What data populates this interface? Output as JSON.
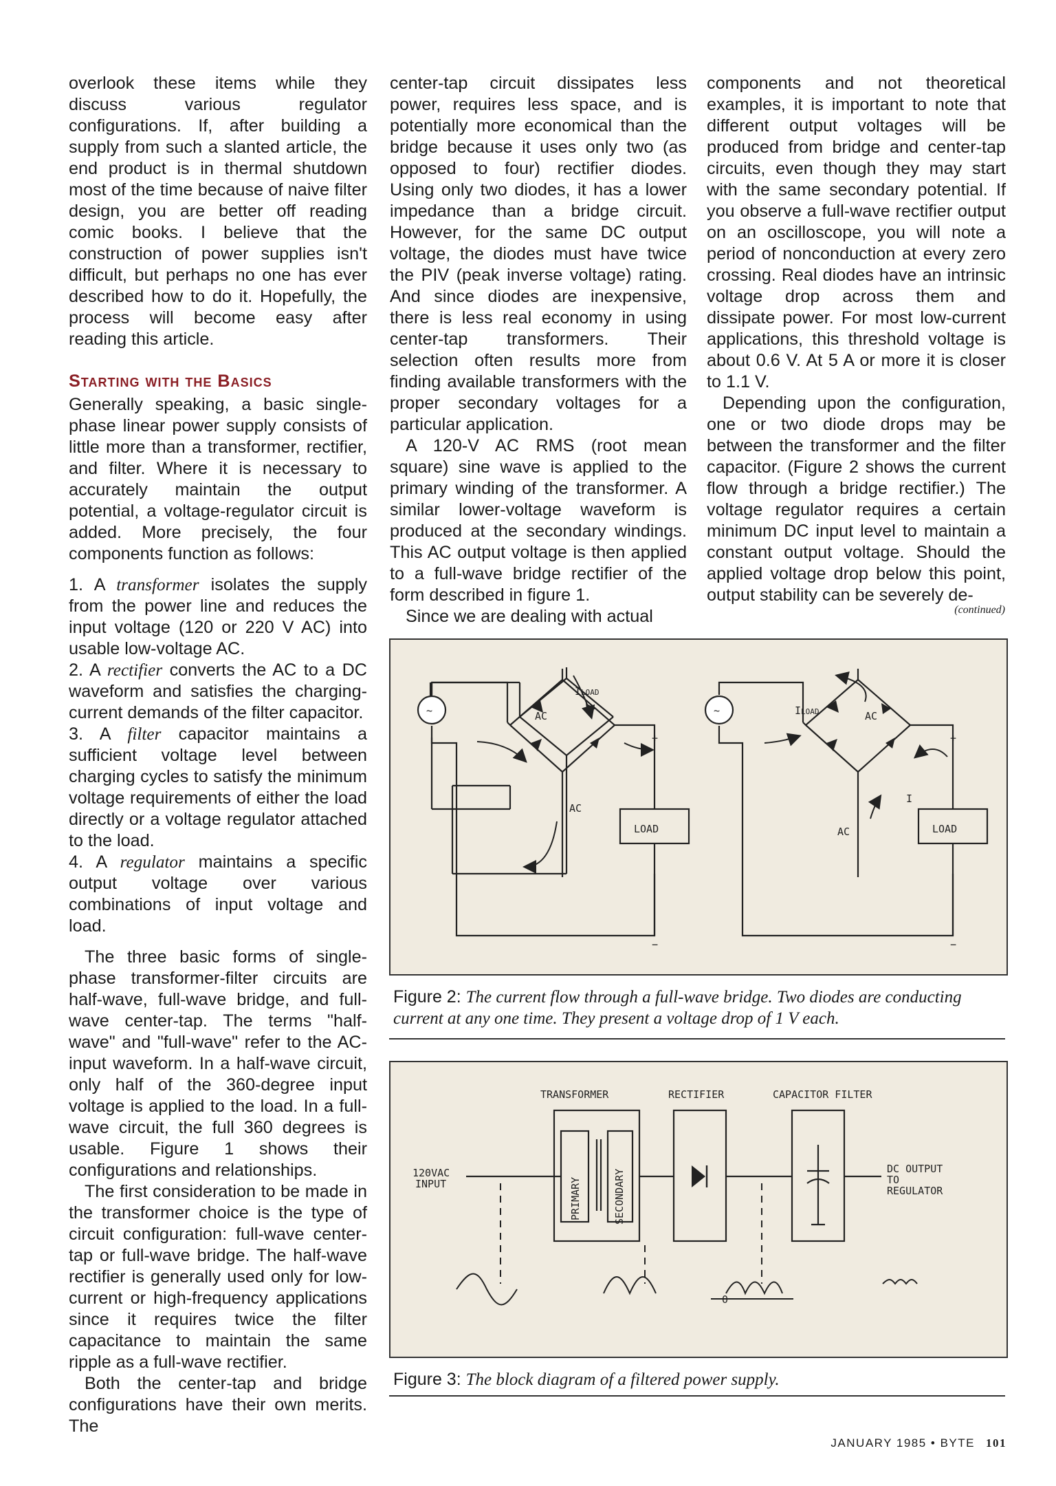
{
  "col1": {
    "p1": "overlook these items while they discuss various regulator configurations. If, after building a supply from such a slanted article, the end product is in thermal shutdown most of the time because of naive filter design, you are better off reading comic books. I believe that the construction of power supplies isn't difficult, but perhaps no one has ever described how to do it. Hopefully, the process will become easy after reading this article.",
    "heading": "Starting with the Basics",
    "p2": "Generally speaking, a basic single-phase linear power supply consists of little more than a transformer, rectifier, and filter. Where it is necessary to accurately maintain the output potential, a voltage-regulator circuit is added. More precisely, the four components function as follows:",
    "li1_num": "1. A ",
    "li1_term": "transformer",
    "li1_text": " isolates the supply from the power line and reduces the input voltage (120 or 220 V AC) into usable low-voltage AC.",
    "li2_num": "2. A ",
    "li2_term": "rectifier",
    "li2_text": " converts the AC to a DC waveform and satisfies the charging-current demands of the filter capacitor.",
    "li3_num": "3. A ",
    "li3_term": "filter",
    "li3_text": " capacitor maintains a sufficient voltage level between charging cycles to satisfy the minimum voltage requirements of either the load directly or a voltage regulator attached to the load.",
    "li4_num": "4. A ",
    "li4_term": "regulator",
    "li4_text": " maintains a specific output voltage over various combinations of input voltage and load.",
    "p3": "The three basic forms of single-phase transformer-filter circuits are half-wave, full-wave bridge, and full-wave center-tap. The terms \"half-wave\" and \"full-wave\" refer to the AC-input waveform. In a half-wave circuit, only half of the 360-degree input voltage is applied to the load. In a full-wave circuit, the full 360 degrees is usable. Figure 1 shows their configurations and relationships.",
    "p4": "The first consideration to be made in the transformer choice is the type of circuit configuration: full-wave center-tap or full-wave bridge. The half-wave rectifier is generally used only for low-current or high-frequency applications since it requires twice the filter capacitance to maintain the same ripple as a full-wave rectifier.",
    "p5": "Both the center-tap and bridge configurations have their own merits. The"
  },
  "col2": {
    "p1": "center-tap circuit dissipates less power, requires less space, and is potentially more economical than the bridge because it uses only two (as opposed to four) rectifier diodes. Using only two diodes, it has a lower impedance than a bridge circuit. However, for the same DC output voltage, the diodes must have twice the PIV (peak inverse voltage) rating. And since diodes are inexpensive, there is less real economy in using center-tap transformers. Their selection often results more from finding available transformers with the proper secondary voltages for a particular application.",
    "p2": "A 120-V AC RMS (root mean square) sine wave is applied to the primary winding of the transformer. A similar lower-voltage waveform is produced at the secondary windings. This AC output voltage is then applied to a full-wave bridge rectifier of the form described in figure 1.",
    "p3": "Since we are dealing with actual"
  },
  "col3": {
    "p1": "components and not theoretical examples, it is important to note that different output voltages will be produced from bridge and center-tap circuits, even though they may start with the same secondary potential. If you observe a full-wave rectifier output on an oscilloscope, you will note a period of nonconduction at every zero crossing. Real diodes have an intrinsic voltage drop across them and dissipate power. For most low-current applications, this threshold voltage is about 0.6 V. At 5 A or more it is closer to 1.1 V.",
    "p2": "Depending upon the configuration, one or two diode drops may be between the transformer and the filter capacitor. (Figure 2 shows the current flow through a bridge rectifier.) The voltage regulator requires a certain minimum DC input level to maintain a constant output voltage. Should the applied voltage drop below this point, output stability can be severely de-",
    "continued": "(continued)"
  },
  "figure2": {
    "ac_label": "AC",
    "iload_label": "I",
    "iload_sub": "LOAD",
    "i_label": "I",
    "plus": "+",
    "minus": "−",
    "load_label": "LOAD",
    "source_symbol": "~",
    "caption_prefix": "Figure 2: ",
    "caption_text": "The current flow through a full-wave bridge. Two diodes are conducting current at any one time. They present a voltage drop of 1 V each."
  },
  "figure3": {
    "transformer": "TRANSFORMER",
    "rectifier": "RECTIFIER",
    "capacitor_filter": "CAPACITOR FILTER",
    "input_line1": "120VAC",
    "input_line2": "INPUT",
    "primary": "PRIMARY",
    "secondary": "SECONDARY",
    "out_line1": "DC OUTPUT",
    "out_line2": "TO",
    "out_line3": "REGULATOR",
    "zero": "0",
    "caption_prefix": "Figure 3: ",
    "caption_text": "The block diagram of a filtered power supply."
  },
  "footer": {
    "issue": "JANUARY 1985 • BYTE",
    "page": "101"
  }
}
